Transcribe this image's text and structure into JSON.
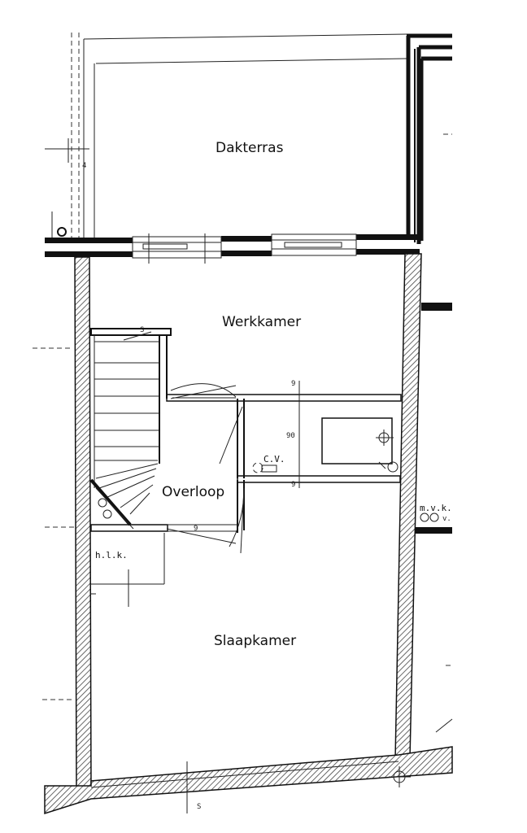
{
  "rooms": {
    "dakterras": "Dakterras",
    "werkkamer": "Werkkamer",
    "overloop": "Overloop",
    "slaapkamer": "Slaapkamer"
  },
  "annotations": {
    "cv": "C.V.",
    "hlk": "h.l.k.",
    "mvk": "m.v.k.",
    "v": "v.",
    "dim_90": "90",
    "dim_9a": "9",
    "dim_9b": "9"
  },
  "colors": {
    "line": "#111111",
    "hatch": "#555555",
    "paper": "#ffffff"
  }
}
